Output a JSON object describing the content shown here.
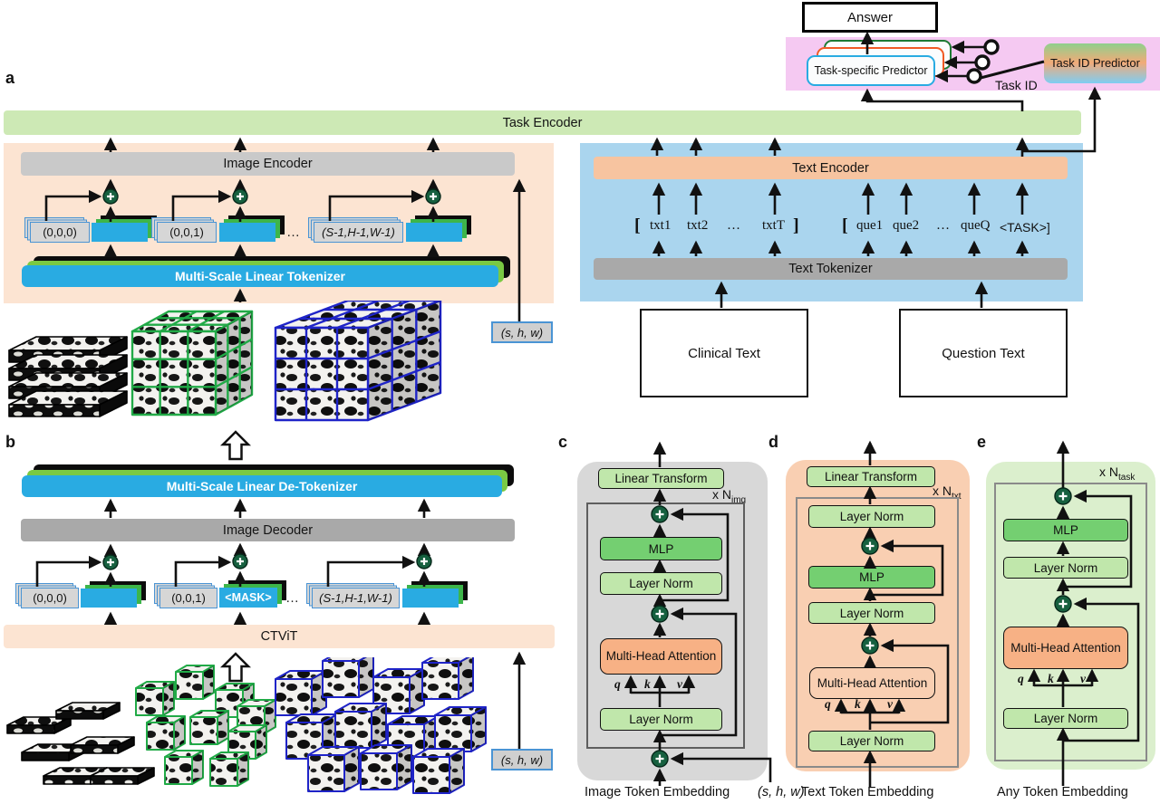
{
  "colors": {
    "task_encoder": "#cde9b5",
    "panel_peach": "#fce4d2",
    "panel_blue": "#aad5ee",
    "panel_pink": "#f5c9f2",
    "text_encoder_bar": "#f7c4a0",
    "gray_bar_light": "#c9c9c9",
    "gray_bar": "#a9a9a9",
    "token_blue": "#29abe2",
    "token_green": "#3db54a",
    "plus_green": "#16603f",
    "panel_c_bg": "#d8d8d8",
    "panel_d_bg": "#f9cfb2",
    "panel_e_bg": "#dbefcd",
    "box_light_green": "#c0e7ab",
    "box_mlp": "#74cf71",
    "box_mha": "#f7b185",
    "grad_green": "#8fd08c",
    "grad_orange": "#f2aa78",
    "grad_blue": "#7ecdf2",
    "pred_border_green": "#1e7a34",
    "pred_border_orange": "#f15a24",
    "pred_border_blue": "#29abe2",
    "cube_green": "#21aa47",
    "cube_blue": "#1f24c8"
  },
  "panel_letters": {
    "a": "a",
    "b": "b",
    "c": "c",
    "d": "d",
    "e": "e"
  },
  "top": {
    "answer": "Answer",
    "task_specific_predictor": "Task-specific Predictor",
    "task_id_predictor": "Task ID Predictor",
    "task_id_label": "Task ID"
  },
  "task_encoder_label": "Task Encoder",
  "image_branch": {
    "encoder": "Image Encoder",
    "tokenizer": "Multi-Scale Linear Tokenizer",
    "positions": [
      "(0,0,0)",
      "(0,0,1)",
      "(S-1,H-1,W-1)"
    ],
    "ellipsis": "…",
    "coords": "(s, h, w)"
  },
  "text_branch": {
    "encoder": "Text Encoder",
    "tokenizer": "Text Tokenizer",
    "clinical": "Clinical Text",
    "question": "Question Text",
    "report_tokens": [
      "[",
      "txt1",
      "txt2",
      "…",
      "txtT",
      "]"
    ],
    "question_tokens": [
      "[",
      "que1",
      "que2",
      "…",
      "queQ",
      "<TASK>]"
    ]
  },
  "decoder_branch": {
    "detokenizer": "Multi-Scale Linear De-Tokenizer",
    "decoder": "Image Decoder",
    "ctvit": "CTViT",
    "positions": [
      "(0,0,0)",
      "(0,0,1)",
      "(S-1,H-1,W-1)"
    ],
    "mask_token": "<MASK>",
    "ellipsis": "…",
    "coords": "(s, h, w)"
  },
  "blocks": {
    "c": {
      "repeat": "x N",
      "repeat_sub": "img",
      "linear_transform": "Linear Transform",
      "mlp": "MLP",
      "layer_norm": "Layer Norm",
      "mha": "Multi-Head Attention",
      "q": "q",
      "k": "k",
      "v": "v",
      "input_label": "Image Token Embedding",
      "input_coords": "(s, h, w)"
    },
    "d": {
      "repeat": "x N",
      "repeat_sub": "txt",
      "linear_transform": "Linear Transform",
      "mlp": "MLP",
      "layer_norm": "Layer Norm",
      "mha": "Multi-Head Attention",
      "q": "q",
      "k": "k",
      "v": "v",
      "input_label": "Text Token Embedding"
    },
    "e": {
      "repeat": "x N",
      "repeat_sub": "task",
      "mlp": "MLP",
      "layer_norm": "Layer Norm",
      "mha": "Multi-Head Attention",
      "q": "q",
      "k": "k",
      "v": "v",
      "input_label": "Any Token Embedding"
    }
  }
}
